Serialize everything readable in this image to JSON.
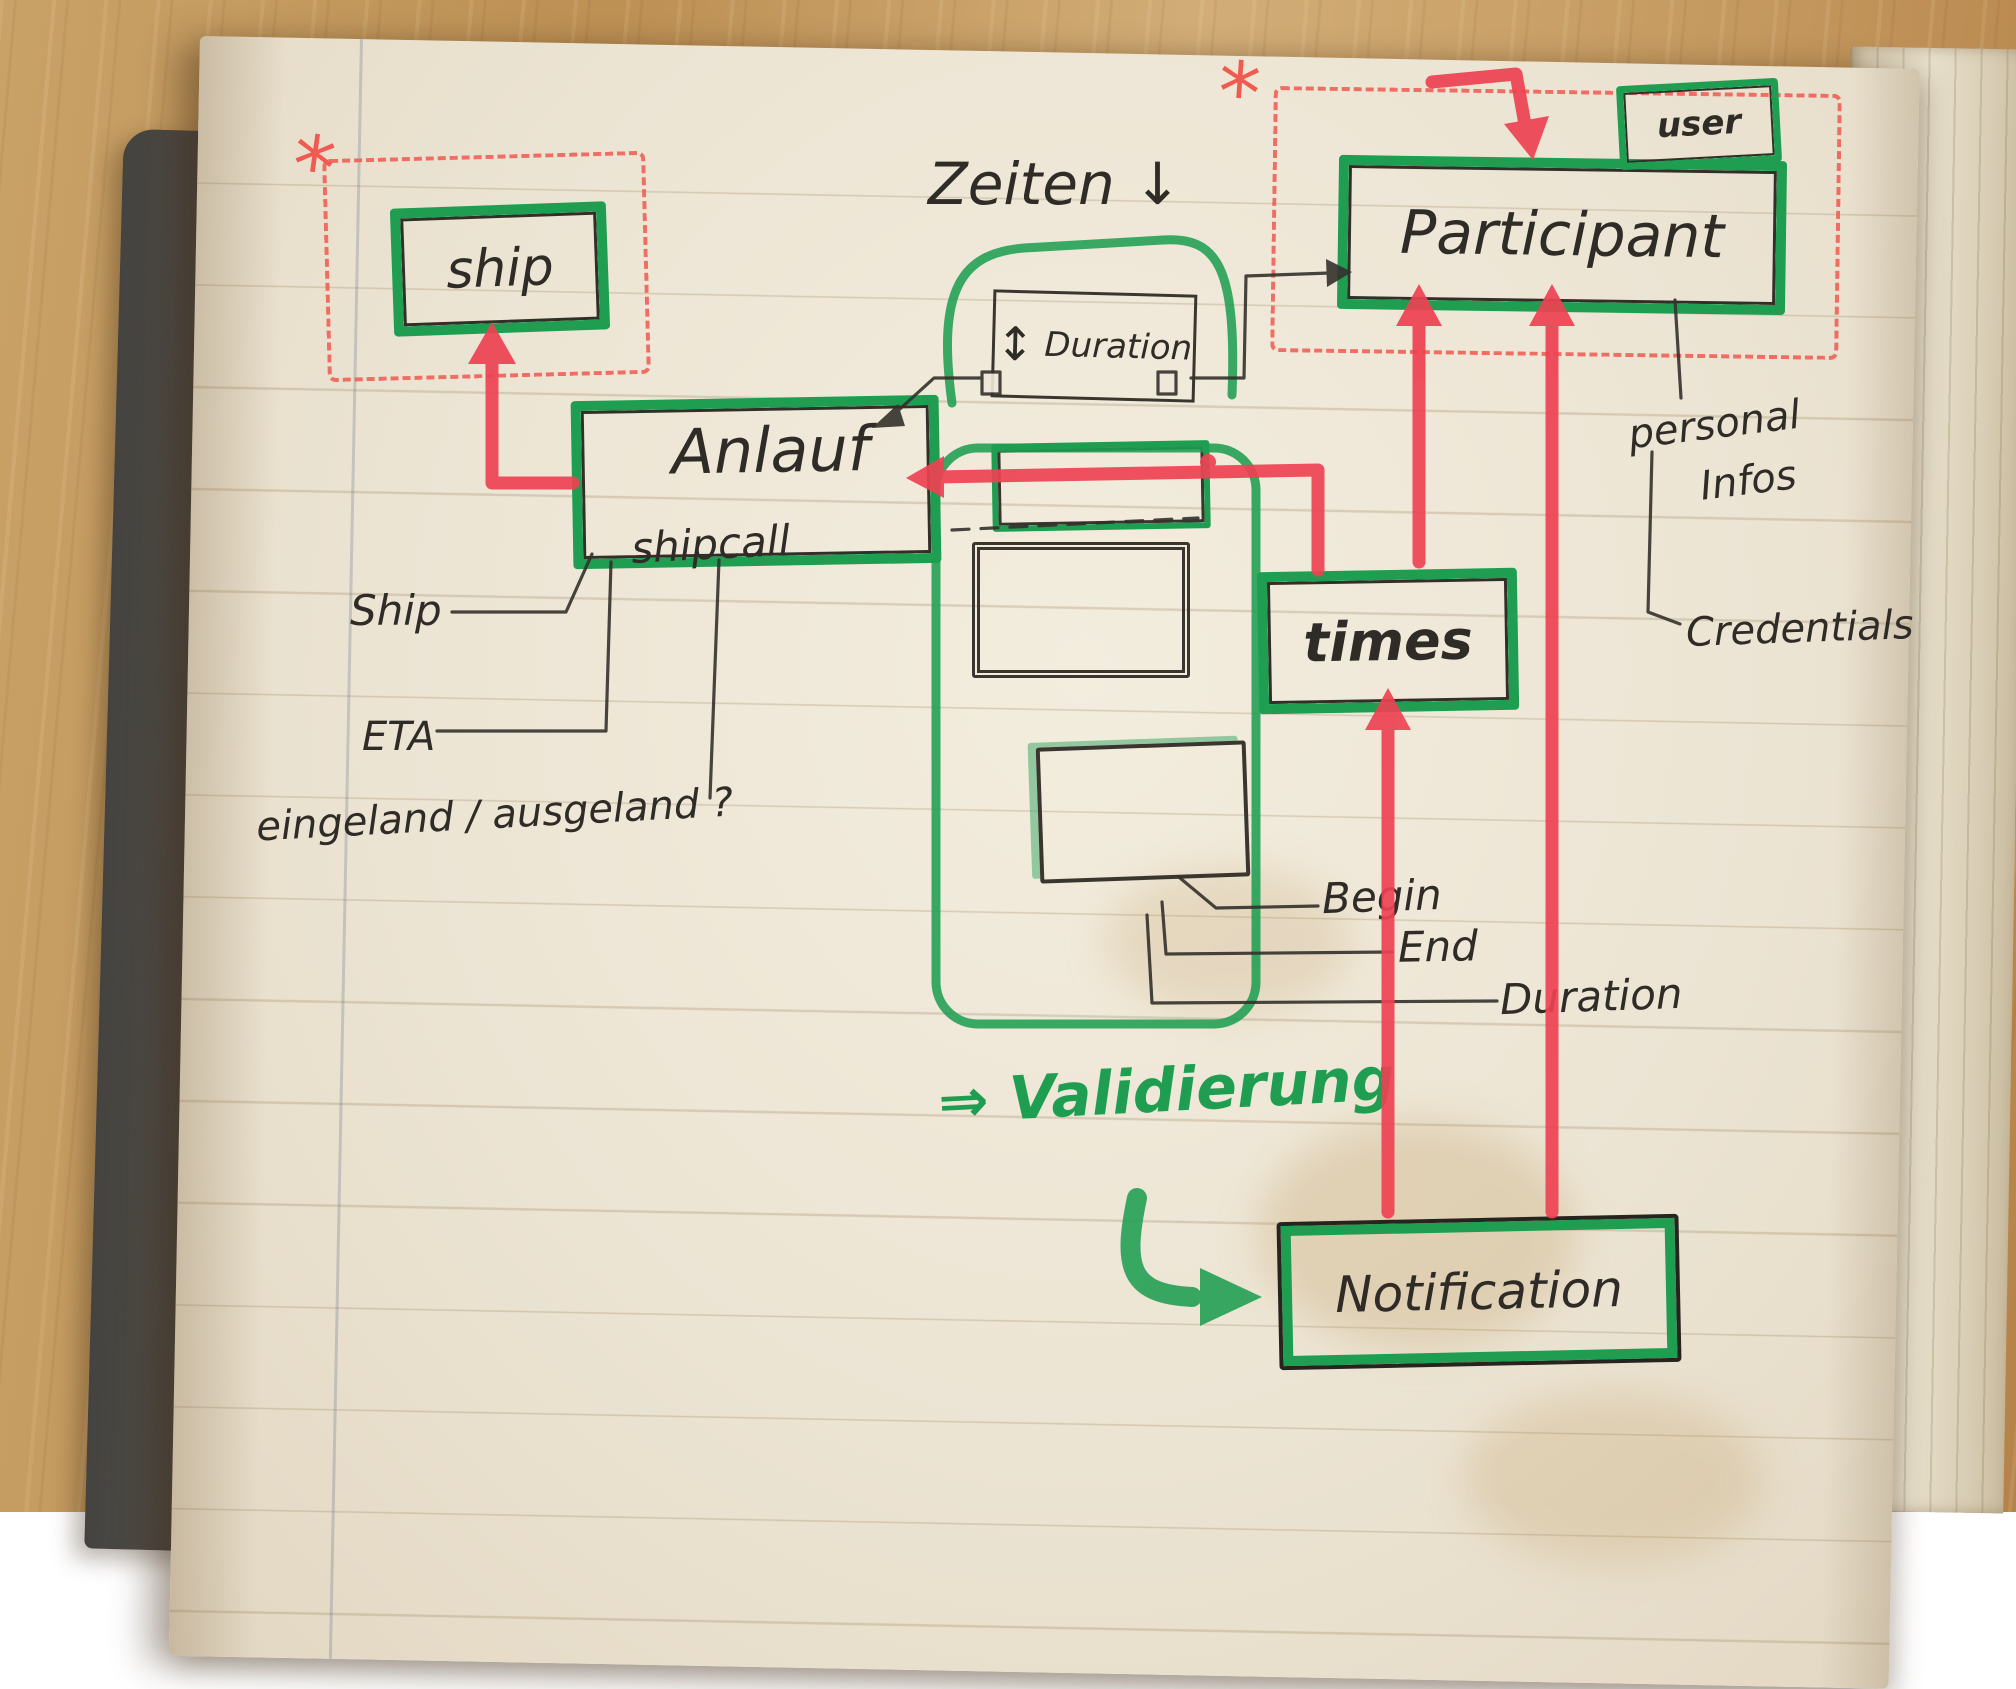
{
  "scene": {
    "type": "hand-drawn entity diagram sketch in a paper notebook on a wooden desk"
  },
  "colors": {
    "marker_green": "#1f9e52",
    "marker_red": "#ee4252",
    "dashed_red": "#f05a50",
    "ink_black": "#2f2b26",
    "paper": "#efe8da",
    "wood": "#c49a62"
  },
  "diagram": {
    "heading": "Zeiten ↓",
    "asterisk": "*",
    "note_validation": "⇒ Validierung",
    "nodes": {
      "ship": "ship",
      "user": "user",
      "participant": "Participant",
      "anlauf": "Anlauf",
      "anlauf_sub": "shipcall",
      "duration": "Duration",
      "duration_arrow": "↕",
      "times": "times",
      "notification": "Notification"
    },
    "fields": {
      "ship": "Ship",
      "eta": "ETA",
      "inout": "eingeland / ausgeland ?",
      "personal_1": "personal",
      "personal_2": "Infos",
      "credentials": "Credentials",
      "begin": "Begin",
      "end": "End",
      "duration": "Duration"
    }
  }
}
